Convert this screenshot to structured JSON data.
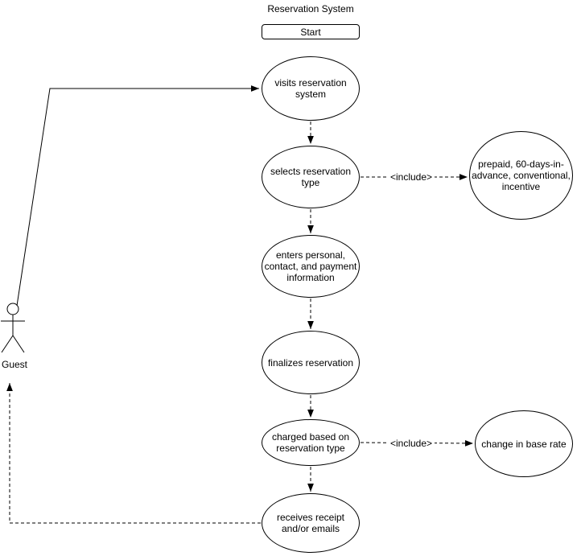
{
  "diagram": {
    "title": "Reservation System",
    "start_node": {
      "label": "Start"
    },
    "actor": {
      "label": "Guest"
    },
    "include_label": "<include>",
    "flow": [
      {
        "id": "visits",
        "label": "visits reservation\nsystem"
      },
      {
        "id": "selects",
        "label": "selects reservation\ntype"
      },
      {
        "id": "enters",
        "label": "enters personal,\ncontact, and payment\ninformation"
      },
      {
        "id": "finalizes",
        "label": "finalizes reservation"
      },
      {
        "id": "charged",
        "label": "charged based on\nreservation type"
      },
      {
        "id": "receives",
        "label": "receives receipt\nand/or emails"
      }
    ],
    "included": [
      {
        "id": "reservation-types",
        "label": "prepaid, 60-days-in-\nadvance, conventional,\nincentive"
      },
      {
        "id": "base-rate",
        "label": "change in base rate"
      }
    ],
    "colors": {
      "stroke": "#000000",
      "background": "#ffffff",
      "text": "#000000"
    }
  }
}
